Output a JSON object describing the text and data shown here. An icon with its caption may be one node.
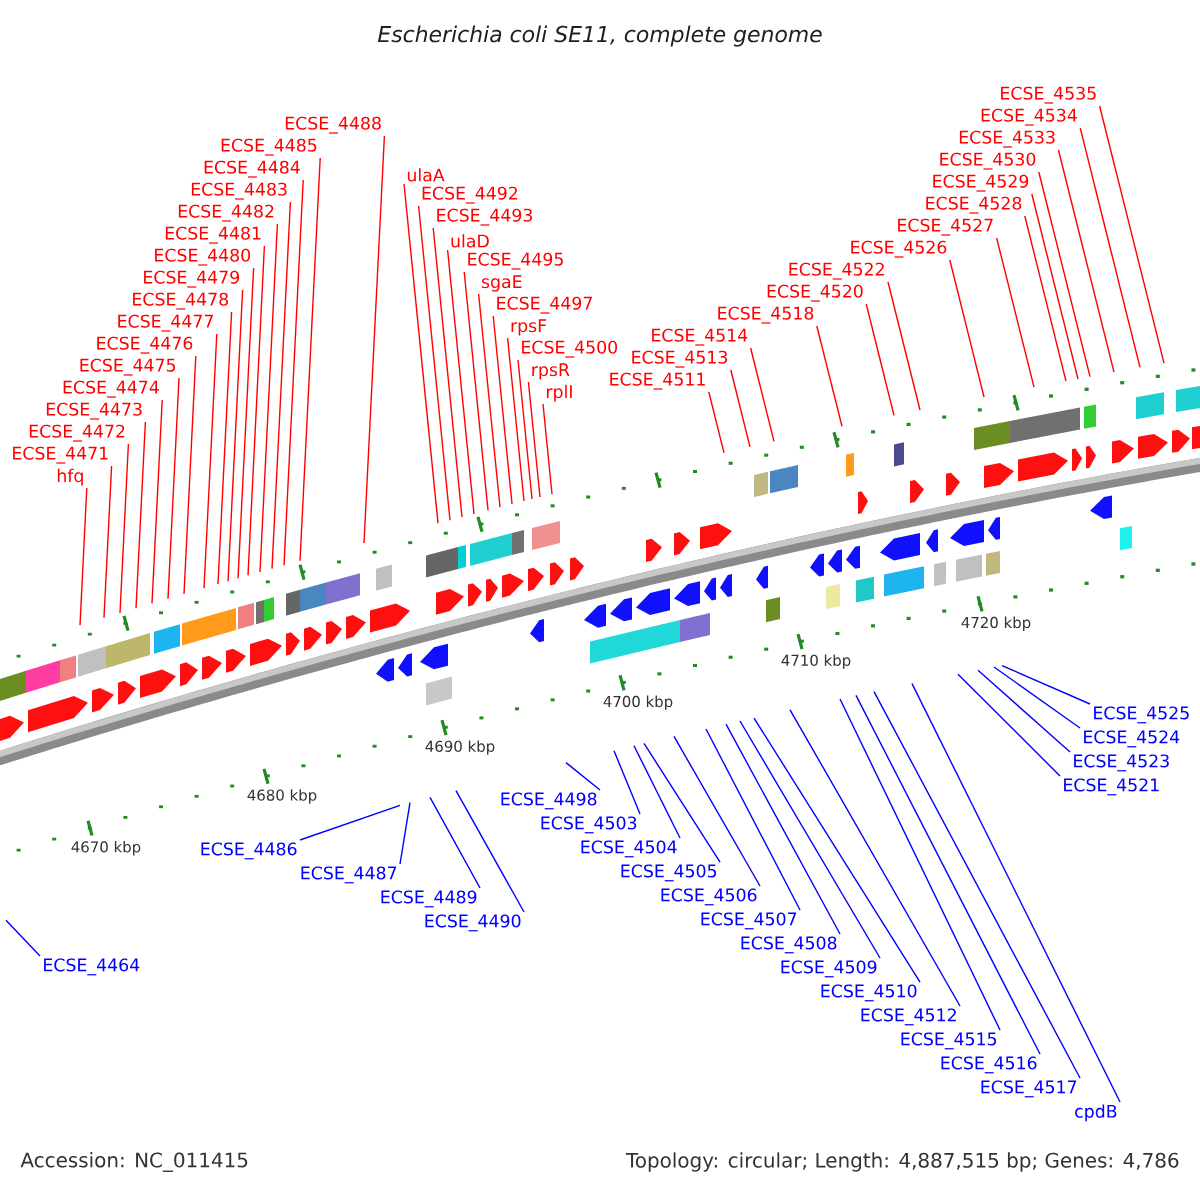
{
  "diagram": {
    "title": "Escherichia coli SE11, complete genome",
    "nodes": [
      {
        "text": [
          "hfq"
        ]
      },
      {
        "text": [
          "ECSE_4471"
        ]
      },
      {
        "text": [
          "ECSE_4472"
        ]
      },
      {
        "text": [
          "ECSE_4473"
        ]
      },
      {
        "text": [
          "ECSE_4474"
        ]
      },
      {
        "text": [
          "ECSE_4475"
        ]
      },
      {
        "text": [
          "ECSE_4476"
        ]
      },
      {
        "text": [
          "ECSE_4477"
        ]
      },
      {
        "text": [
          "ECSE_4478"
        ]
      },
      {
        "text": [
          "ECSE_4479"
        ]
      },
      {
        "text": [
          "ECSE_4480"
        ]
      },
      {
        "text": [
          "ECSE_4481"
        ]
      },
      {
        "text": [
          "ECSE_4482"
        ]
      },
      {
        "text": [
          "ECSE_4483"
        ]
      },
      {
        "text": [
          "ECSE_4484"
        ]
      },
      {
        "text": [
          "ECSE_4485"
        ]
      },
      {
        "text": [
          "ECSE_4488"
        ]
      },
      {
        "text": [
          "ulaA"
        ]
      },
      {
        "text": [
          "ECSE_4492"
        ]
      },
      {
        "text": [
          "ECSE_4493"
        ]
      },
      {
        "text": [
          "ulaD"
        ]
      },
      {
        "text": [
          "ECSE_4495"
        ]
      },
      {
        "text": [
          "sgaE"
        ]
      },
      {
        "text": [
          "ECSE_4497"
        ]
      },
      {
        "text": [
          "rpsF"
        ]
      },
      {
        "text": [
          "ECSE_4500"
        ]
      },
      {
        "text": [
          "rpsR"
        ]
      },
      {
        "text": [
          "rplI"
        ]
      },
      {
        "text": [
          "ECSE_4511"
        ]
      },
      {
        "text": [
          "ECSE_4513"
        ]
      },
      {
        "text": [
          "ECSE_4514"
        ]
      },
      {
        "text": [
          "ECSE_4518"
        ]
      },
      {
        "text": [
          "ECSE_4520"
        ]
      },
      {
        "text": [
          "ECSE_4522"
        ]
      },
      {
        "text": [
          "ECSE_4526"
        ]
      },
      {
        "text": [
          "ECSE_4527"
        ]
      },
      {
        "text": [
          "ECSE_4528"
        ]
      },
      {
        "text": [
          "ECSE_4529"
        ]
      },
      {
        "text": [
          "ECSE_4530"
        ]
      },
      {
        "text": [
          "ECSE_4533"
        ]
      },
      {
        "text": [
          "ECSE_4534"
        ]
      },
      {
        "text": [
          "ECSE_4535"
        ]
      },
      {
        "text": [
          "ECSE_4464"
        ]
      },
      {
        "text": [
          "ECSE_4486"
        ]
      },
      {
        "text": [
          "ECSE_4487"
        ]
      },
      {
        "text": [
          "ECSE_4489"
        ]
      },
      {
        "text": [
          "ECSE_4490"
        ]
      },
      {
        "text": [
          "ECSE_4498"
        ]
      },
      {
        "text": [
          "ECSE_4503"
        ]
      },
      {
        "text": [
          "ECSE_4504"
        ]
      },
      {
        "text": [
          "ECSE_4505"
        ]
      },
      {
        "text": [
          "ECSE_4506"
        ]
      },
      {
        "text": [
          "ECSE_4507"
        ]
      },
      {
        "text": [
          "ECSE_4508"
        ]
      },
      {
        "text": [
          "ECSE_4509"
        ]
      },
      {
        "text": [
          "ECSE_4510"
        ]
      },
      {
        "text": [
          "ECSE_4512"
        ]
      },
      {
        "text": [
          "ECSE_4515"
        ]
      },
      {
        "text": [
          "ECSE_4516"
        ]
      },
      {
        "text": [
          "ECSE_4517"
        ]
      },
      {
        "text": [
          "cpdB"
        ]
      },
      {
        "text": [
          "ECSE_4521"
        ]
      },
      {
        "text": [
          "ECSE_4523"
        ]
      },
      {
        "text": [
          "ECSE_4524"
        ]
      },
      {
        "text": [
          "ECSE_4525"
        ]
      }
    ],
    "edges": [
      {
        "from": 0,
        "to": null,
        "arrow": "none"
      },
      {
        "from": 1,
        "to": null,
        "arrow": "none"
      },
      {
        "from": 2,
        "to": null,
        "arrow": "none"
      },
      {
        "from": 3,
        "to": null,
        "arrow": "none"
      },
      {
        "from": 4,
        "to": null,
        "arrow": "none"
      },
      {
        "from": 5,
        "to": null,
        "arrow": "none"
      },
      {
        "from": 6,
        "to": null,
        "arrow": "none"
      },
      {
        "from": 7,
        "to": null,
        "arrow": "none"
      },
      {
        "from": 8,
        "to": null,
        "arrow": "none"
      },
      {
        "from": 9,
        "to": null,
        "arrow": "none"
      },
      {
        "from": 10,
        "to": null,
        "arrow": "none"
      },
      {
        "from": 11,
        "to": null,
        "arrow": "none"
      },
      {
        "from": 12,
        "to": null,
        "arrow": "none"
      },
      {
        "from": 13,
        "to": null,
        "arrow": "none"
      },
      {
        "from": 14,
        "to": null,
        "arrow": "none"
      },
      {
        "from": 15,
        "to": null,
        "arrow": "none"
      },
      {
        "from": 16,
        "to": null,
        "arrow": "none"
      },
      {
        "from": 17,
        "to": null,
        "arrow": "none"
      },
      {
        "from": 18,
        "to": null,
        "arrow": "none"
      },
      {
        "from": 19,
        "to": null,
        "arrow": "none"
      },
      {
        "from": 20,
        "to": null,
        "arrow": "none"
      },
      {
        "from": 21,
        "to": null,
        "arrow": "none"
      },
      {
        "from": 22,
        "to": null,
        "arrow": "none"
      },
      {
        "from": 23,
        "to": null,
        "arrow": "none"
      },
      {
        "from": 24,
        "to": null,
        "arrow": "none"
      },
      {
        "from": 25,
        "to": null,
        "arrow": "none"
      },
      {
        "from": 26,
        "to": null,
        "arrow": "none"
      },
      {
        "from": 27,
        "to": null,
        "arrow": "none"
      },
      {
        "from": 28,
        "to": null,
        "arrow": "none"
      },
      {
        "from": 29,
        "to": null,
        "arrow": "none"
      },
      {
        "from": 30,
        "to": null,
        "arrow": "none"
      },
      {
        "from": 31,
        "to": null,
        "arrow": "none"
      },
      {
        "from": 32,
        "to": null,
        "arrow": "none"
      },
      {
        "from": 33,
        "to": null,
        "arrow": "none"
      },
      {
        "from": 34,
        "to": null,
        "arrow": "none"
      },
      {
        "from": 35,
        "to": null,
        "arrow": "none"
      },
      {
        "from": 36,
        "to": null,
        "arrow": "none"
      },
      {
        "from": 37,
        "to": null,
        "arrow": "none"
      },
      {
        "from": 38,
        "to": null,
        "arrow": "none"
      },
      {
        "from": 39,
        "to": null,
        "arrow": "none"
      },
      {
        "from": 40,
        "to": null,
        "arrow": "none"
      },
      {
        "from": 41,
        "to": null,
        "arrow": "none"
      },
      {
        "from": 42,
        "to": null,
        "arrow": "none",
        "color": "#0000ff"
      },
      {
        "from": 43,
        "to": null,
        "arrow": "none",
        "color": "#0000ff"
      },
      {
        "from": 44,
        "to": null,
        "arrow": "none",
        "color": "#0000ff"
      },
      {
        "from": 45,
        "to": null,
        "arrow": "none",
        "color": "#0000ff"
      },
      {
        "from": 46,
        "to": null,
        "arrow": "none",
        "color": "#0000ff"
      },
      {
        "from": 47,
        "to": null,
        "arrow": "none",
        "color": "#0000ff"
      },
      {
        "from": 48,
        "to": null,
        "arrow": "none",
        "color": "#0000ff"
      },
      {
        "from": 49,
        "to": null,
        "arrow": "none",
        "color": "#0000ff"
      },
      {
        "from": 50,
        "to": null,
        "arrow": "none",
        "color": "#0000ff"
      },
      {
        "from": 51,
        "to": null,
        "arrow": "none",
        "color": "#0000ff"
      },
      {
        "from": 52,
        "to": null,
        "arrow": "none",
        "color": "#0000ff"
      },
      {
        "from": 53,
        "to": null,
        "arrow": "none",
        "color": "#0000ff"
      },
      {
        "from": 54,
        "to": null,
        "arrow": "none",
        "color": "#0000ff"
      },
      {
        "from": 55,
        "to": null,
        "arrow": "none",
        "color": "#0000ff"
      },
      {
        "from": 56,
        "to": null,
        "arrow": "none",
        "color": "#0000ff"
      },
      {
        "from": 57,
        "to": null,
        "arrow": "none",
        "color": "#0000ff"
      },
      {
        "from": 58,
        "to": null,
        "arrow": "none",
        "color": "#0000ff"
      },
      {
        "from": 59,
        "to": null,
        "arrow": "none",
        "color": "#0000ff"
      },
      {
        "from": 60,
        "to": null,
        "arrow": "none",
        "color": "#0000ff"
      },
      {
        "from": 61,
        "to": null,
        "arrow": "none",
        "color": "#0000ff"
      },
      {
        "from": 62,
        "to": null,
        "arrow": "none",
        "color": "#0000ff"
      },
      {
        "from": 63,
        "to": null,
        "arrow": "none",
        "color": "#0000ff"
      },
      {
        "from": 64,
        "to": null,
        "arrow": "none",
        "color": "#0000ff"
      }
    ],
    "labels": [
      "4670 kbp",
      "4680 kbp",
      "4690 kbp",
      "4700 kbp",
      "4710 kbp",
      "4720 kbp",
      "Accession: NC_011415",
      "Topology: circular; Length: 4,887,515 bp; Genes: 4,786"
    ]
  }
}
